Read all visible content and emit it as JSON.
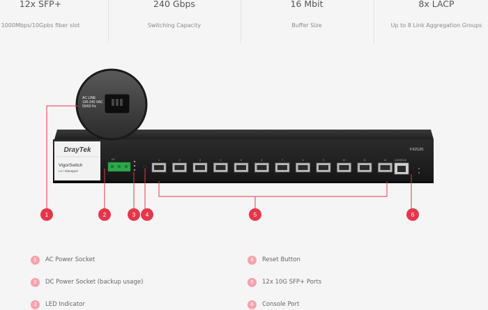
{
  "specs": [
    {
      "value": "12x SFP+",
      "label": "1000Mbps/10Gpbs fiber slot"
    },
    {
      "value": "240 Gbps",
      "label": "Switching Capacity"
    },
    {
      "value": "16 Mbit",
      "label": "Buffer Size"
    },
    {
      "value": "8x LACP",
      "label": "Up to 8 Link Aggregation Groups"
    }
  ],
  "device": {
    "brand": "DrayTek",
    "product": "VigorSwitch",
    "subtitle": "L2+ Managed",
    "model": "FX2120",
    "console_label": "CONSOLE",
    "power_label": "AC LINE\n100-240 VAC\n50/60 Hz",
    "dc_label": "DC",
    "port_numbers": [
      "1",
      "2",
      "3",
      "4",
      "5",
      "6",
      "7",
      "8",
      "9",
      "10",
      "11",
      "12"
    ]
  },
  "callouts": [
    "1",
    "2",
    "3",
    "4",
    "5",
    "6"
  ],
  "legend": [
    {
      "num": "1",
      "text": "AC Power Socket"
    },
    {
      "num": "2",
      "text": "DC Power Socket (backup usage)"
    },
    {
      "num": "3",
      "text": "LED Indicator"
    },
    {
      "num": "4",
      "text": "Reset Button"
    },
    {
      "num": "5",
      "text": "12x 10G SFP+ Ports"
    },
    {
      "num": "6",
      "text": "Console Port"
    }
  ],
  "colors": {
    "accent": "#e5374b",
    "legend_badge": "#f5a3ad",
    "switch_body": "#2b2b2b"
  }
}
